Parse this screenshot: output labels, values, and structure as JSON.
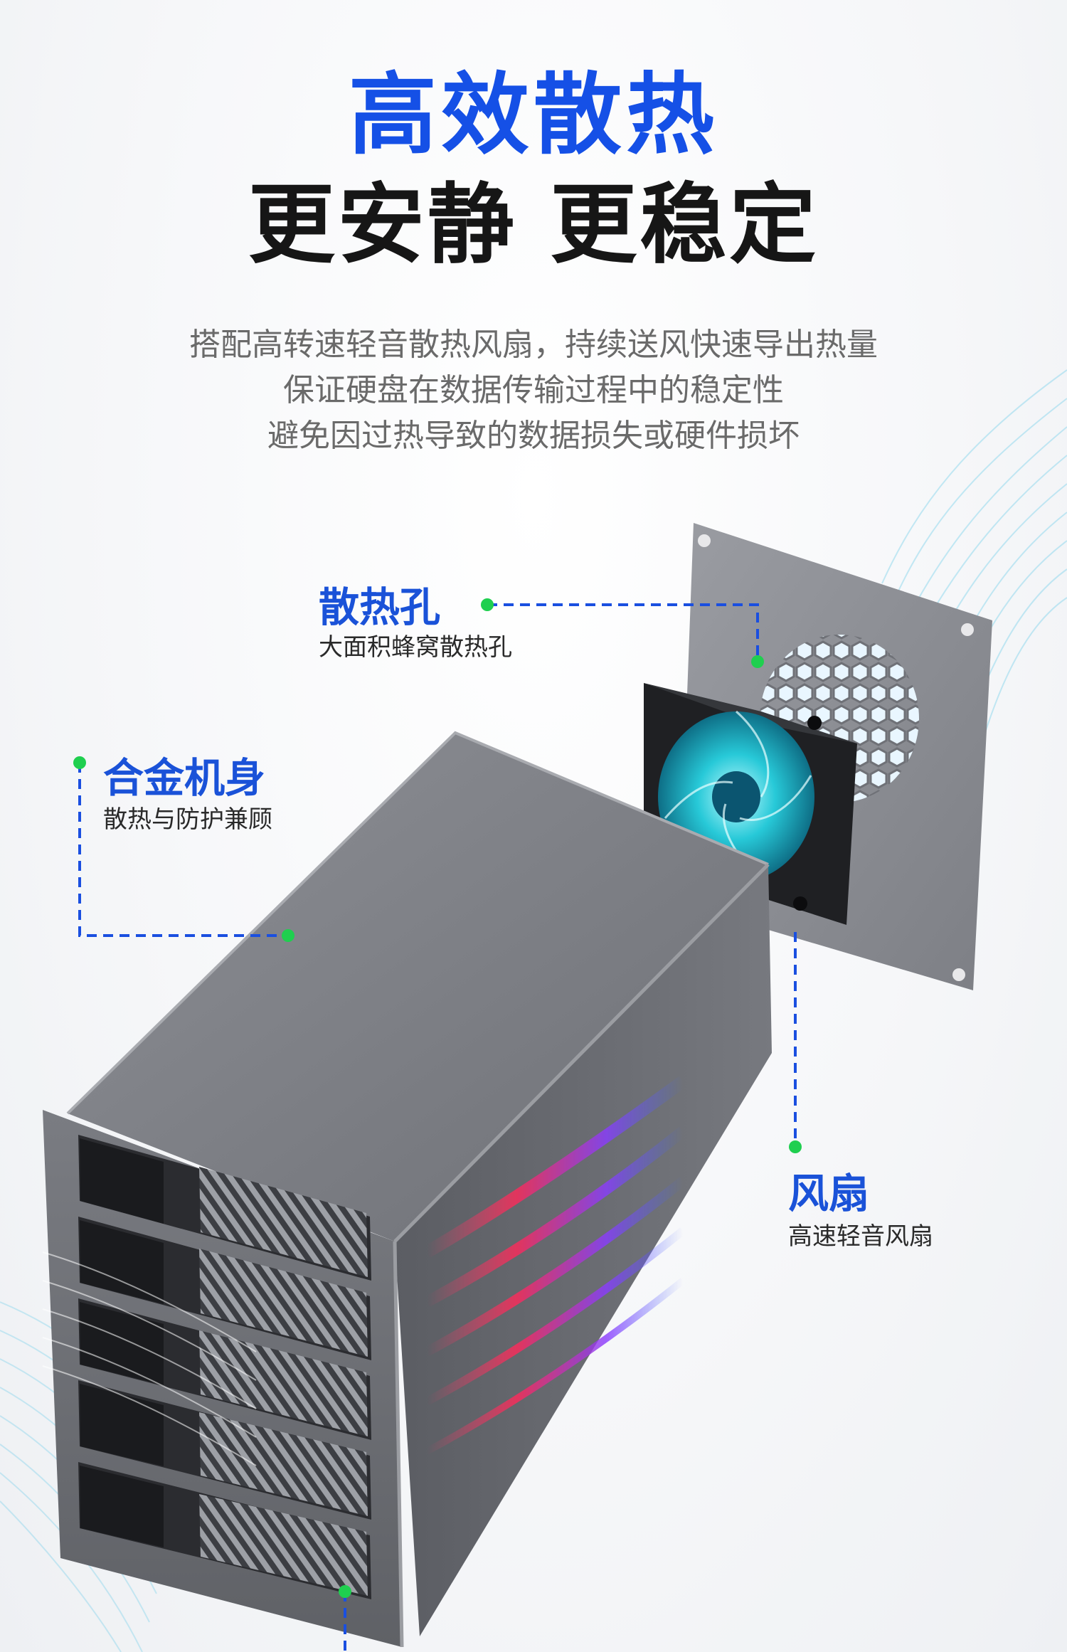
{
  "header": {
    "title": "高效散热",
    "subtitle": "更安静 更稳定",
    "description": [
      "搭配高转速轻音散热风扇，持续送风快速导出热量",
      "保证硬盘在数据传输过程中的稳定性",
      "避免因过热导致的数据损失或硬件损坏"
    ]
  },
  "callouts": {
    "vent": {
      "title": "散热孔",
      "subtitle": "大面积蜂窝散热孔"
    },
    "body": {
      "title": "合金机身",
      "subtitle": "散热与防护兼顾"
    },
    "fan": {
      "title": "风扇",
      "subtitle": "高速轻音风扇"
    }
  },
  "colors": {
    "accent_blue": "#1550e6",
    "dot_green": "#1fcf4f",
    "enclosure_grey": "#7b7d83"
  },
  "icons": [
    "honeycomb-vent",
    "cooling-fan",
    "airflow-streaks"
  ]
}
